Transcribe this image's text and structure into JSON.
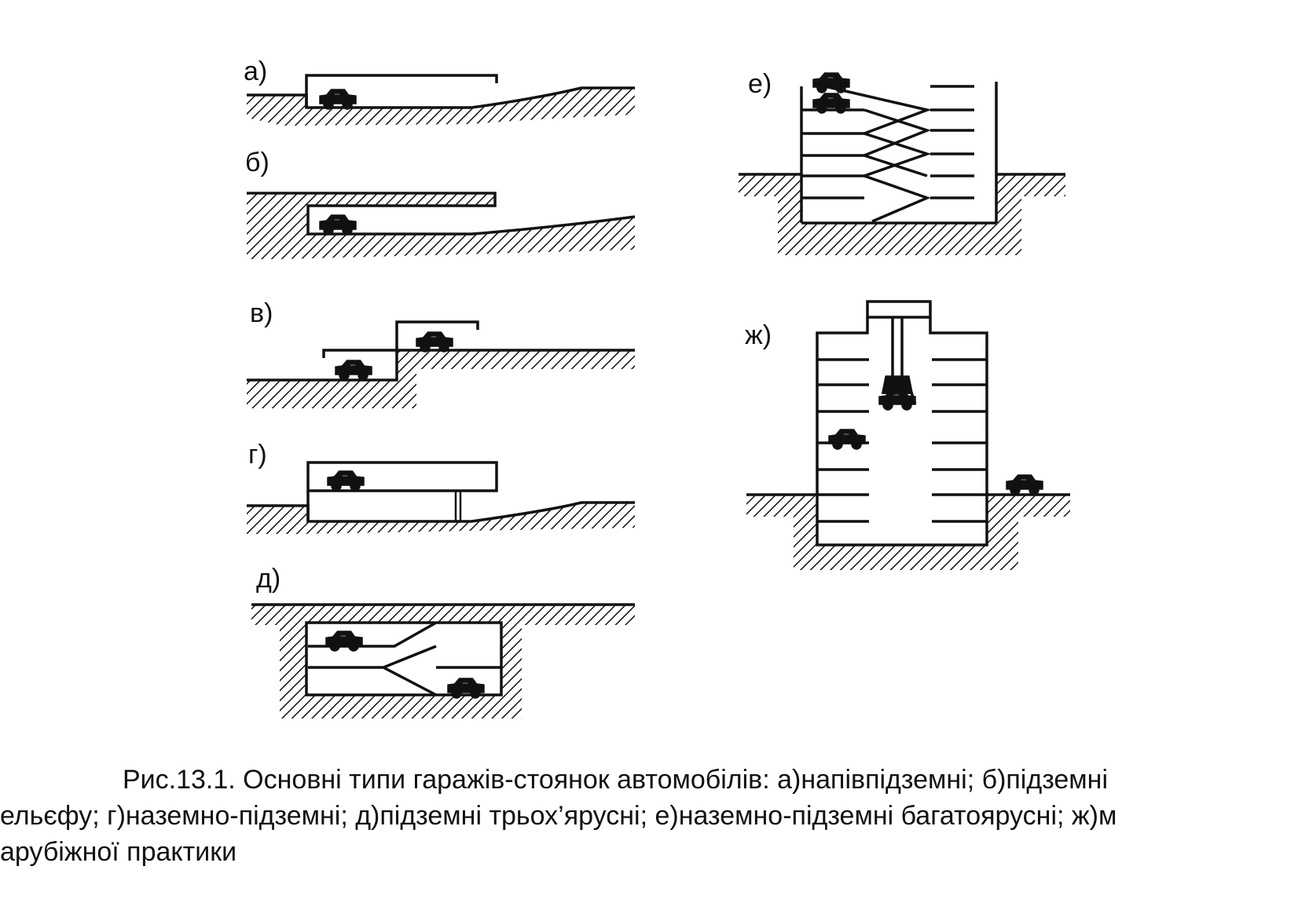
{
  "figure": {
    "panel_labels": {
      "a": "а)",
      "b": "б)",
      "v": "в)",
      "g": "г)",
      "d": "д)",
      "e": "е)",
      "zh": "ж)"
    },
    "caption": {
      "line1": "Рис.13.1. Основні типи гаражів-стоянок автомобілів: а)напівпідземні; б)підземні",
      "line2": "ельєфу; г)наземно-підземні; д)підземні трьох’ярусні; е)наземно-підземні багатоярусні; ж)м",
      "line3": "арубіжної практики"
    },
    "ink_color": "#111111",
    "background_color": "#ffffff"
  }
}
